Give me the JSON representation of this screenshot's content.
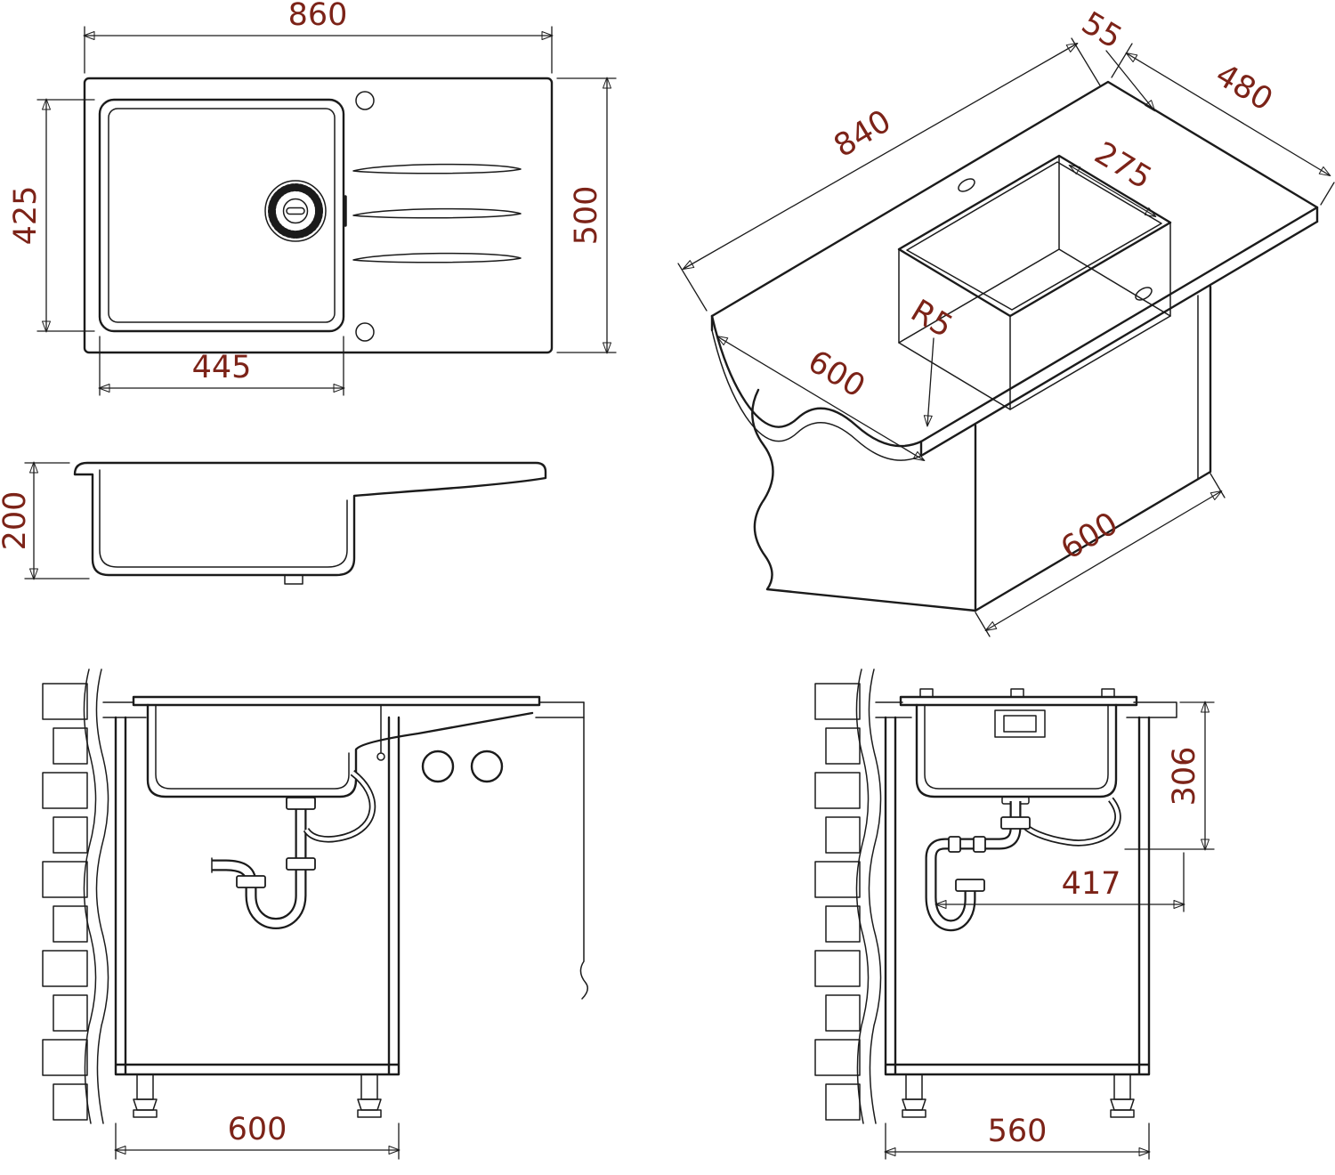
{
  "colors": {
    "line": "#1b1b1b",
    "dimension_text": "#7c2318",
    "background": "#ffffff"
  },
  "views": {
    "plan": {
      "dims": {
        "overall_width": "860",
        "bowl_depth": "425",
        "overall_depth": "500",
        "bowl_width": "445"
      }
    },
    "section": {
      "dims": {
        "height": "200"
      }
    },
    "isometric": {
      "dims": {
        "rim": "55",
        "width": "480",
        "length": "840",
        "drainer": "275",
        "radius": "R5",
        "depth": "600",
        "cabinet_width": "600"
      }
    },
    "front": {
      "dims": {
        "cabinet_width": "600"
      }
    },
    "side": {
      "dims": {
        "install_depth": "306",
        "trap_offset": "417",
        "cabinet_depth": "560"
      }
    }
  }
}
